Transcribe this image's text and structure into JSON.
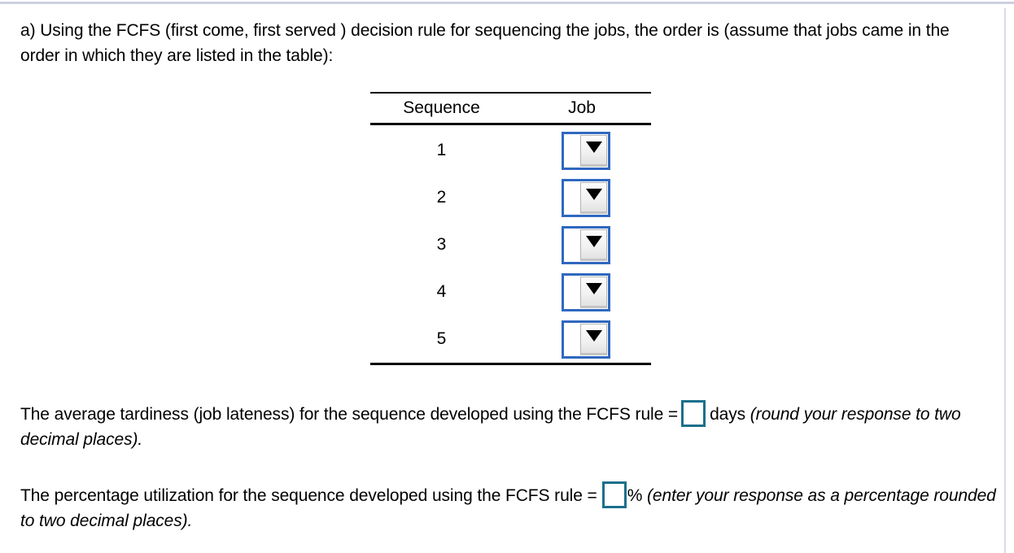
{
  "page": {
    "prompt_text": "a) Using the FCFS (first come, first served ) decision rule for sequencing the jobs, the order is (assume that jobs came in the order in which they are listed in the table):"
  },
  "table": {
    "name": "sequence-job-table",
    "columns": [
      "Sequence",
      "Job"
    ],
    "rows": [
      {
        "sequence": "1",
        "job_value": "",
        "job_control": "dropdown"
      },
      {
        "sequence": "2",
        "job_value": "",
        "job_control": "dropdown"
      },
      {
        "sequence": "3",
        "job_value": "",
        "job_control": "dropdown"
      },
      {
        "sequence": "4",
        "job_value": "",
        "job_control": "dropdown"
      },
      {
        "sequence": "5",
        "job_value": "",
        "job_control": "dropdown"
      }
    ]
  },
  "tardiness_question": {
    "lead_text": "The average tardiness (job lateness) for the sequence developed using the FCFS rule =",
    "answer_value": "",
    "unit_text": "days",
    "instruction_text": "(round your response to two decimal places)."
  },
  "utilization_question": {
    "lead_text": "The percentage utilization for the sequence developed using the FCFS rule =",
    "answer_value": "",
    "unit_text": "%",
    "instruction_text": "(enter your response as a percentage rounded to two decimal places)."
  },
  "colors": {
    "dropdown_border": "#2f68c0",
    "input_border": "#1c6f8c",
    "rule": "#000000",
    "page_edge": "#ccd0de"
  },
  "icons": {
    "caret": "caret-down-icon"
  }
}
